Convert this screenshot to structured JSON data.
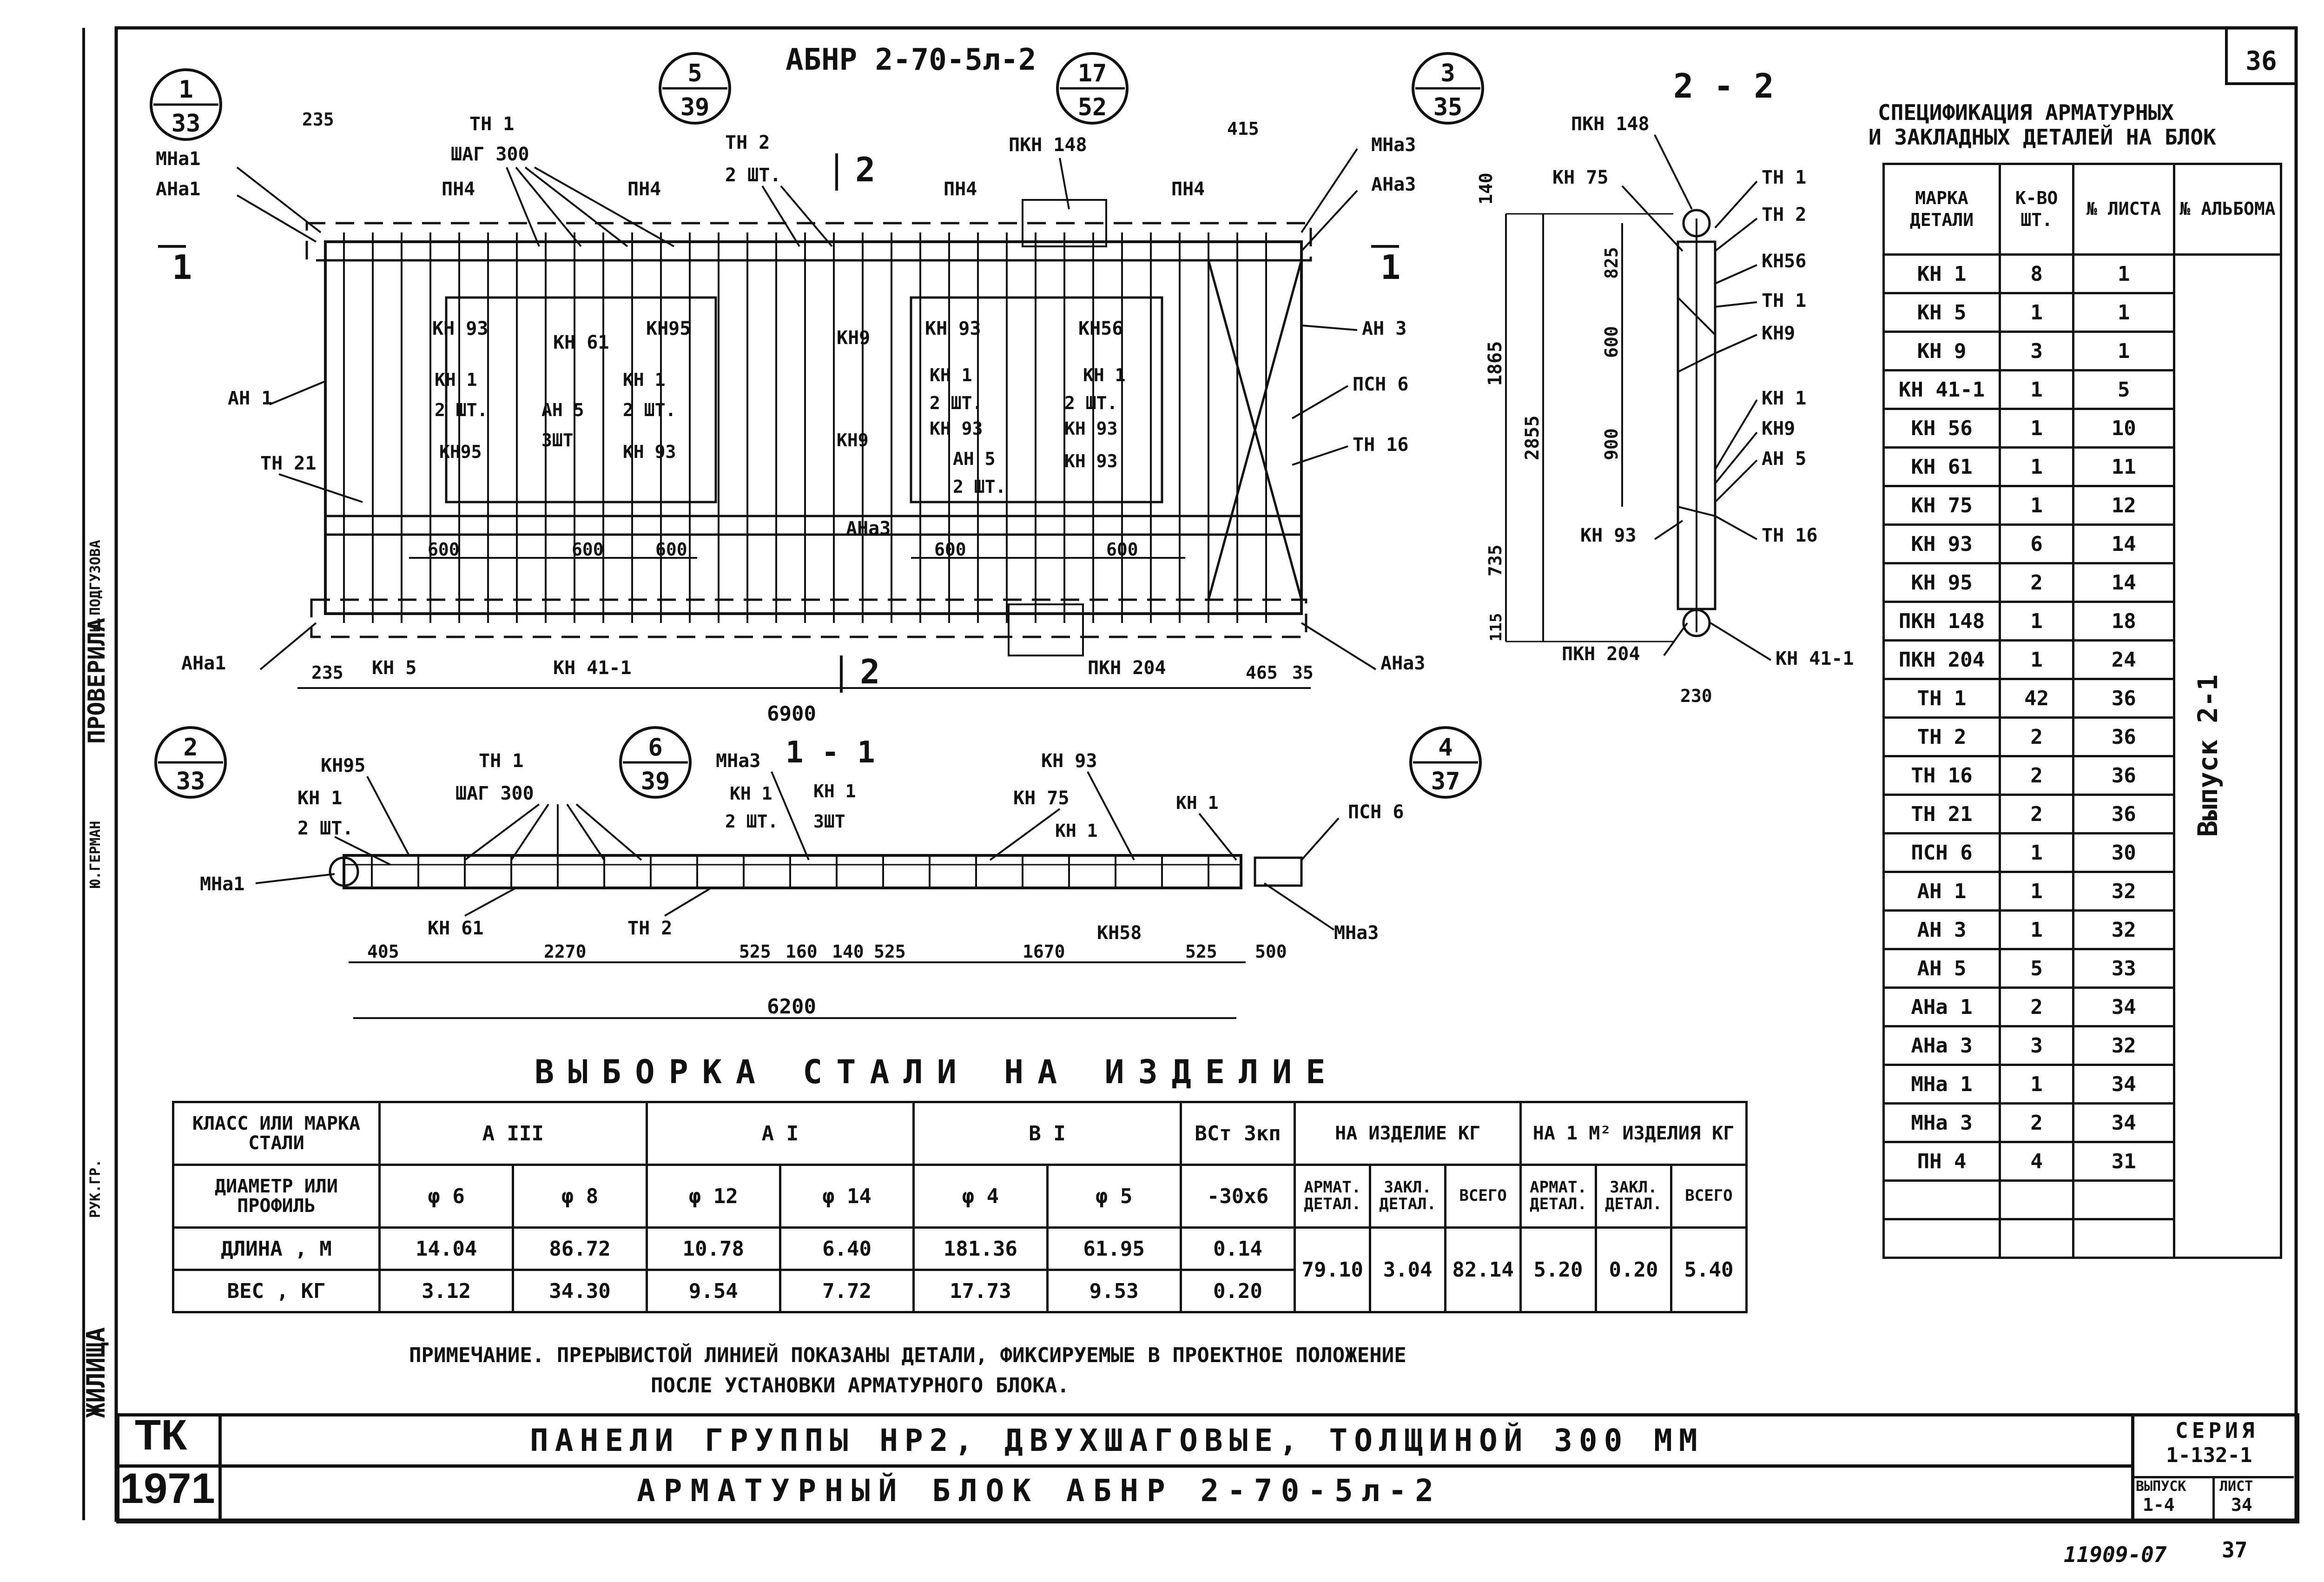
{
  "sheet": {
    "number": "36",
    "title_main": "АБНР 2-70-5л-2",
    "section_2_2": "2 - 2",
    "section_1_1": "1 - 1",
    "steel_heading": "ВЫБОРКА СТАЛИ НА ИЗДЕЛИЕ",
    "note": "ПРИМЕЧАНИЕ. ПРЕРЫВИСТОЙ ЛИНИЕЙ ПОКАЗАНЫ ДЕТАЛИ, ФИКСИРУЕМЫЕ В ПРОЕКТНОЕ ПОЛОЖЕНИЕ",
    "note2": "ПОСЛЕ УСТАНОВКИ АРМАТУРНОГО БЛОКА.",
    "footer_code": "11909-07",
    "footer_page": "37",
    "vypusk_side": "Выпуск 2-1"
  },
  "spec": {
    "title1": "СПЕЦИФИКАЦИЯ АРМАТУРНЫХ",
    "title2": "И ЗАКЛАДНЫХ ДЕТАЛЕЙ НА БЛОК",
    "headers": [
      "МАРКА ДЕТАЛИ",
      "К-ВО ШТ.",
      "№ ЛИСТА",
      "№ АЛЬБОМА"
    ],
    "rows": [
      [
        "КН 1",
        "8",
        "1"
      ],
      [
        "КН 5",
        "1",
        "1"
      ],
      [
        "КН 9",
        "3",
        "1"
      ],
      [
        "КН 41-1",
        "1",
        "5"
      ],
      [
        "КН 56",
        "1",
        "10"
      ],
      [
        "КН 61",
        "1",
        "11"
      ],
      [
        "КН 75",
        "1",
        "12"
      ],
      [
        "КН 93",
        "6",
        "14"
      ],
      [
        "КН 95",
        "2",
        "14"
      ],
      [
        "ПКН 148",
        "1",
        "18"
      ],
      [
        "ПКН 204",
        "1",
        "24"
      ],
      [
        "ТН 1",
        "42",
        "36"
      ],
      [
        "ТН 2",
        "2",
        "36"
      ],
      [
        "ТН 16",
        "2",
        "36"
      ],
      [
        "ТН 21",
        "2",
        "36"
      ],
      [
        "ПСН 6",
        "1",
        "30"
      ],
      [
        "АН 1",
        "1",
        "32"
      ],
      [
        "АН 3",
        "1",
        "32"
      ],
      [
        "АН 5",
        "5",
        "33"
      ],
      [
        "АНа 1",
        "2",
        "34"
      ],
      [
        "АНа 3",
        "3",
        "32"
      ],
      [
        "МНа 1",
        "1",
        "34"
      ],
      [
        "МНа 3",
        "2",
        "34"
      ],
      [
        "ПН 4",
        "4",
        "31"
      ]
    ]
  },
  "steel": {
    "col_class": "КЛАСС ИЛИ МАРКА СТАЛИ",
    "col_diam": "ДИАМЕТР ИЛИ ПРОФИЛЬ",
    "row_len": "ДЛИНА , М",
    "row_wt": "ВЕС , КГ",
    "classes": [
      "А III",
      "А I",
      "В I",
      "ВСт 3кп"
    ],
    "diams": [
      "φ 6",
      "φ 8",
      "φ 12",
      "φ 14",
      "φ 4",
      "φ 5",
      "-30x6"
    ],
    "lengths": [
      "14.04",
      "86.72",
      "10.78",
      "6.40",
      "181.36",
      "61.95",
      "0.14"
    ],
    "weights": [
      "3.12",
      "34.30",
      "9.54",
      "7.72",
      "17.73",
      "9.53",
      "0.20"
    ],
    "per_item": "НА ИЗДЕЛИЕ КГ",
    "per_m2": "НА 1 М² ИЗДЕЛИЯ КГ",
    "sub_arm": "АРМАТ. ДЕТАЛ.",
    "sub_zak": "ЗАКЛ. ДЕТАЛ.",
    "sub_all": "ВСЕГО",
    "item_vals": [
      "79.10",
      "3.04",
      "82.14"
    ],
    "m2_vals": [
      "5.20",
      "0.20",
      "5.40"
    ]
  },
  "title_block": {
    "org": "ТК",
    "year": "1971",
    "line1": "ПАНЕЛИ ГРУППЫ НР2, ДВУХШАГОВЫЕ, ТОЛЩИНОЙ 300 ММ",
    "line2": "АРМАТУРНЫЙ БЛОК АБНР 2-70-5л-2",
    "seria_label": "СЕРИЯ",
    "seria": "1-132-1",
    "vypusk_label": "ВЫПУСК",
    "vypusk": "1-4",
    "list_label": "ЛИСТ",
    "list": "34"
  },
  "left_strip": {
    "text1": "ПРОВЕРИЛА",
    "text2": "ЖИЛИЩА",
    "names": [
      "Н.ПОДГУЗОВА",
      "Ю.ГЕРМАН",
      "РУК.ГР."
    ]
  },
  "callouts": {
    "c1": [
      "1",
      "33"
    ],
    "c5": [
      "5",
      "39"
    ],
    "c17": [
      "17",
      "52"
    ],
    "c3": [
      "3",
      "35"
    ],
    "c2": [
      "2",
      "33"
    ],
    "c6": [
      "6",
      "39"
    ],
    "c4": [
      "4",
      "37"
    ]
  },
  "elevation_labels": {
    "mna1": "МНа1",
    "ana1": "АНа1",
    "tn1": "ТН 1",
    "shag": "ШАГ 300",
    "pn4": "ПН4",
    "tn2": "ТН 2",
    "sht2": "2 ШТ.",
    "pkn148": "ПКН 148",
    "mna3": "МНа3",
    "ana3": "АНа3",
    "kn93": "КН 93",
    "kn61": "КН 61",
    "kn95": "КН95",
    "kn9": "КН9",
    "kn56": "КН56",
    "an3": "АН 3",
    "an1": "АН 1",
    "kn1": "КН 1",
    "an5": "АН 5",
    "sht3": "3ШТ",
    "psn6": "ПСН 6",
    "tn16": "ТН 16",
    "tn21": "ТН 21",
    "kn5": "КН 5",
    "kn41": "КН 41-1",
    "pkn204": "ПКН 204",
    "kn75": "КН 75",
    "kn58": "КН58"
  },
  "dimensions": {
    "d235": "235",
    "d415": "415",
    "d600": "600",
    "d6900": "6900",
    "d465": "465",
    "d35": "35",
    "d405": "405",
    "d2270": "2270",
    "d525": "525",
    "d160": "160",
    "d140": "140",
    "d1670": "1670",
    "d500": "500",
    "d6200": "6200",
    "d140v": "140",
    "d825": "825",
    "d600v": "600",
    "d900": "900",
    "d1865": "1865",
    "d2855": "2855",
    "d735": "735",
    "d115": "115",
    "d230": "230"
  },
  "section_marks": {
    "s1": "1",
    "s2": "2"
  }
}
